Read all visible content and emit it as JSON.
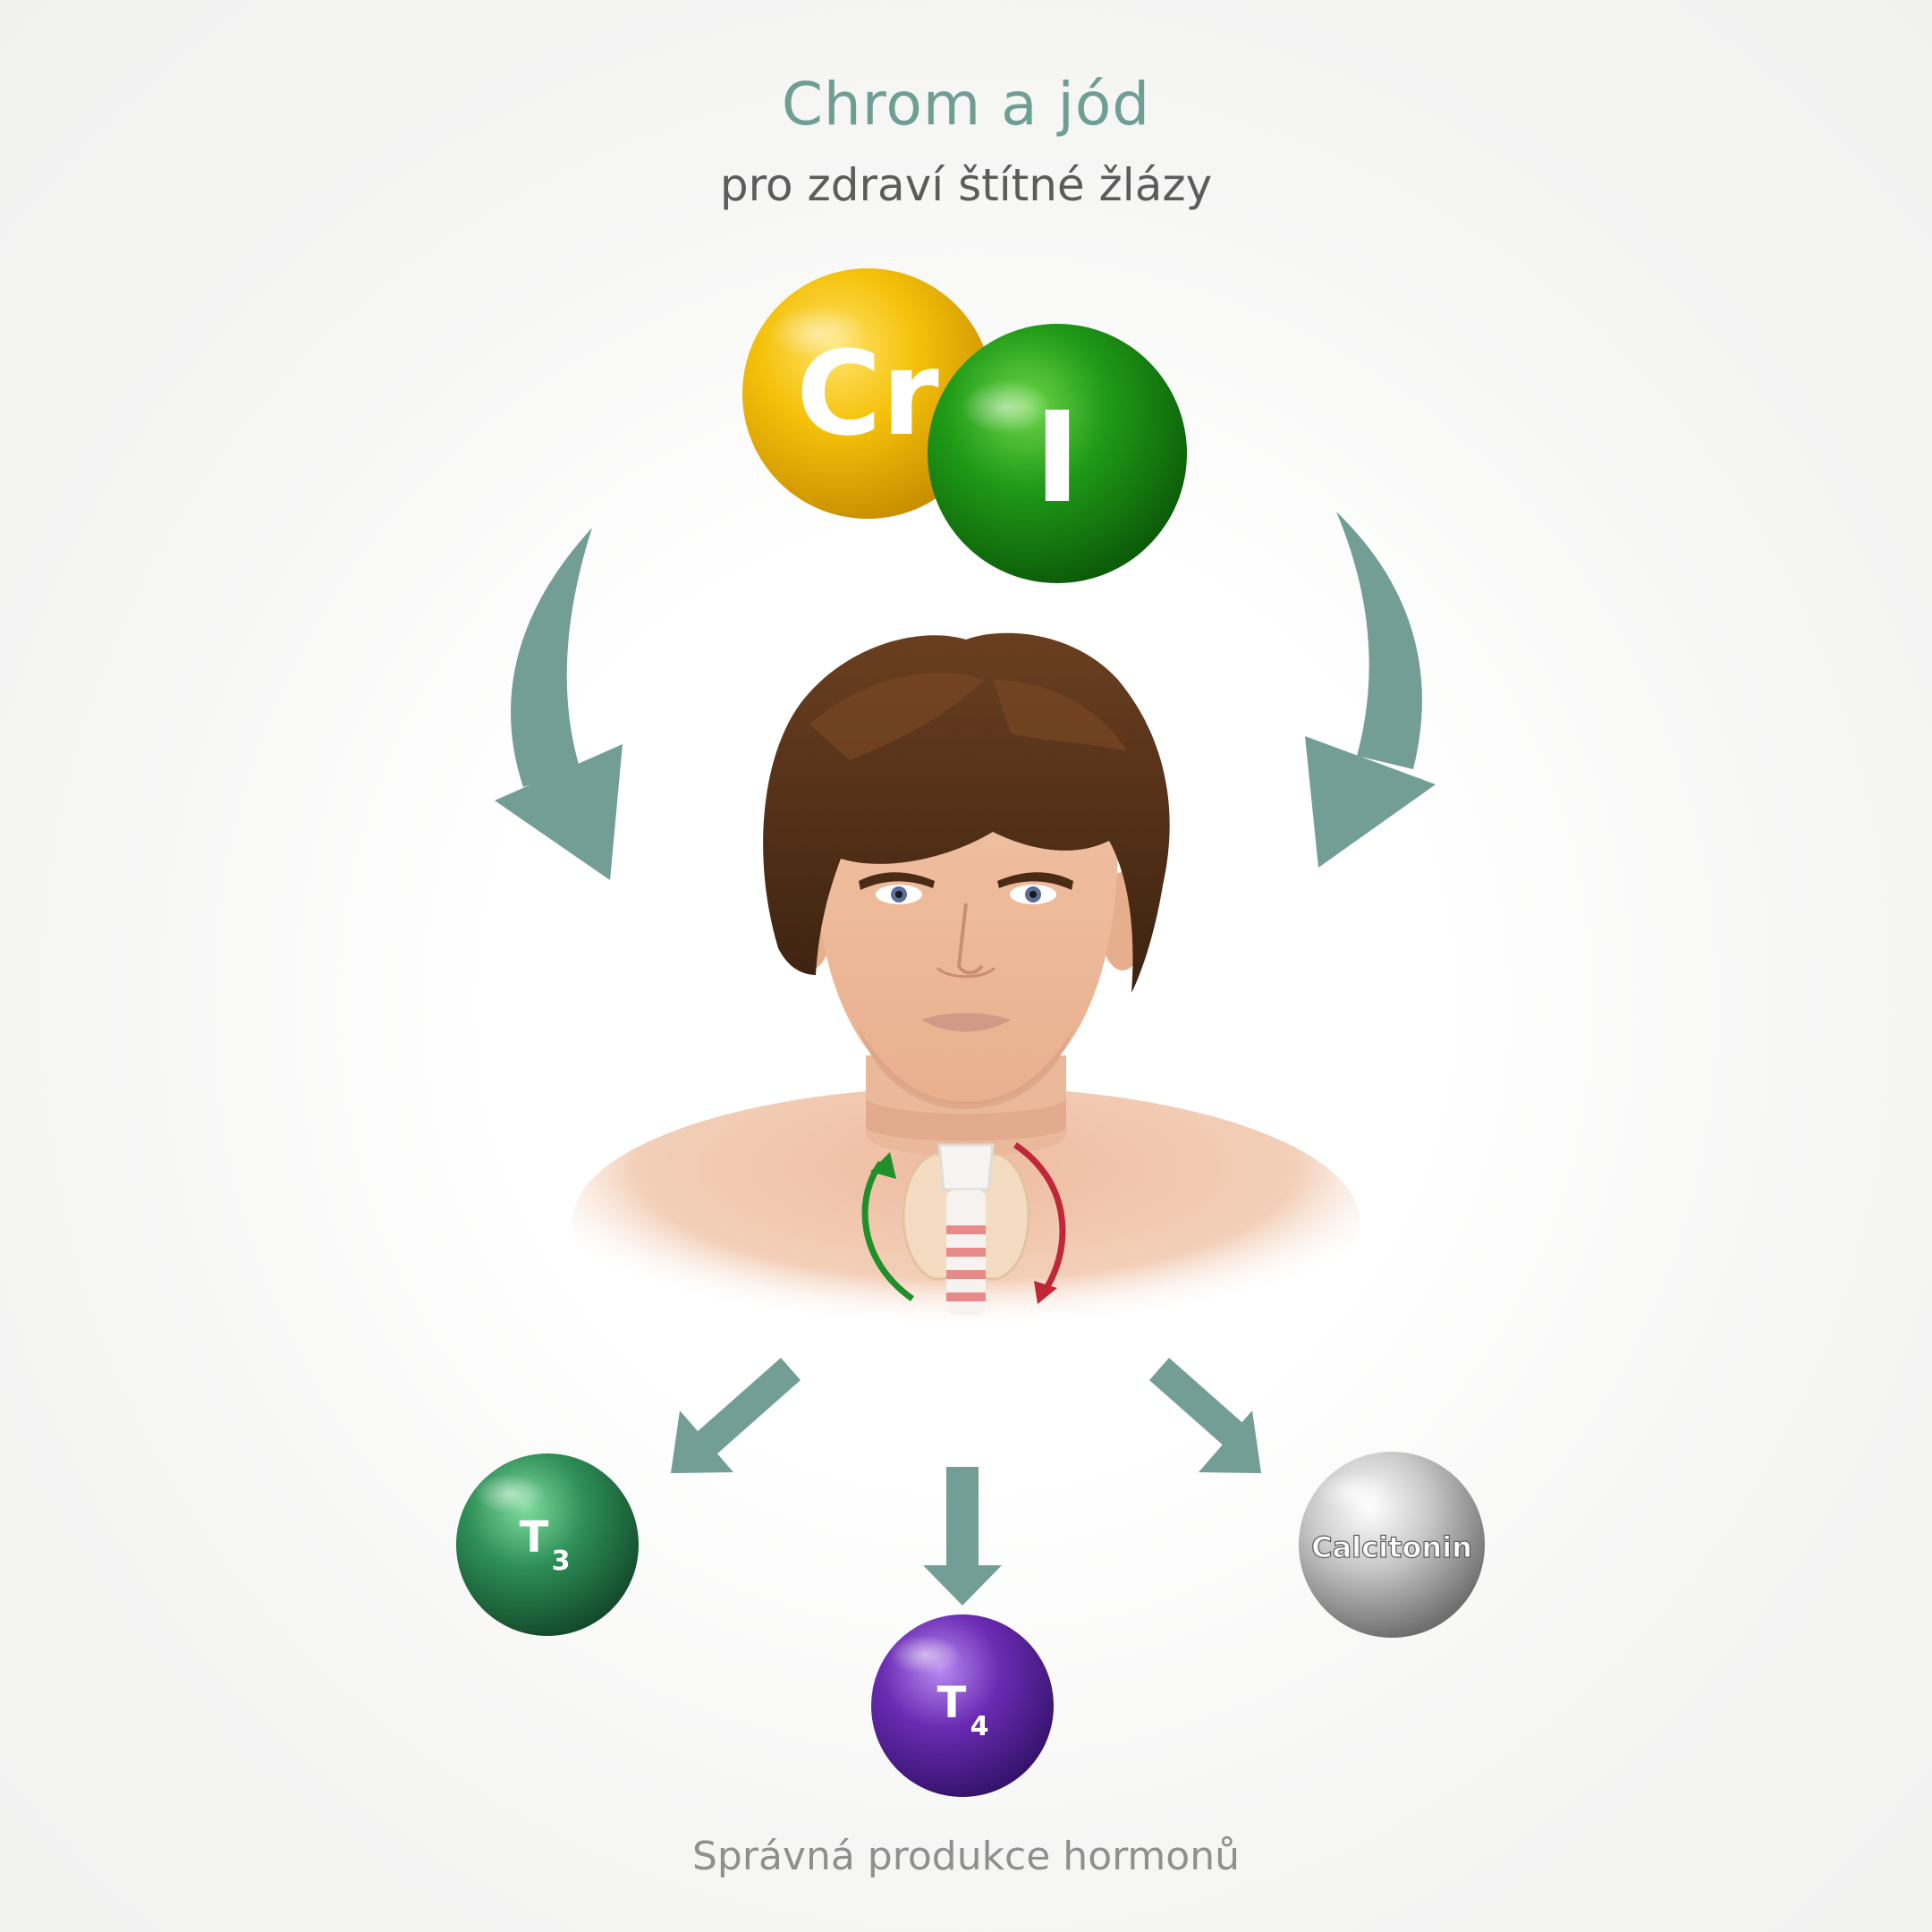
{
  "header": {
    "title": "Chrom a jód",
    "subtitle": "pro zdraví štítné žlázy"
  },
  "elements": [
    {
      "symbol": "Cr",
      "color": "#f2b705",
      "icon": "chromium-sphere-icon"
    },
    {
      "symbol": "I",
      "color": "#1f9a17",
      "icon": "iodine-sphere-icon"
    }
  ],
  "hormones": [
    {
      "label": "T",
      "subscript": "3",
      "color": "#2e8f57",
      "icon": "t3-sphere-icon"
    },
    {
      "label": "T",
      "subscript": "4",
      "color": "#6a2bb3",
      "icon": "t4-sphere-icon"
    },
    {
      "label": "Calcitonin",
      "color": "#bdbdbd",
      "icon": "calcitonin-sphere-icon"
    }
  ],
  "footer": {
    "caption": "Správná produkce hormonů"
  },
  "colors": {
    "arrow": "#729e96",
    "title": "#6f9e95",
    "cycle_green": "#1f8f2a",
    "cycle_red": "#c0283a"
  }
}
